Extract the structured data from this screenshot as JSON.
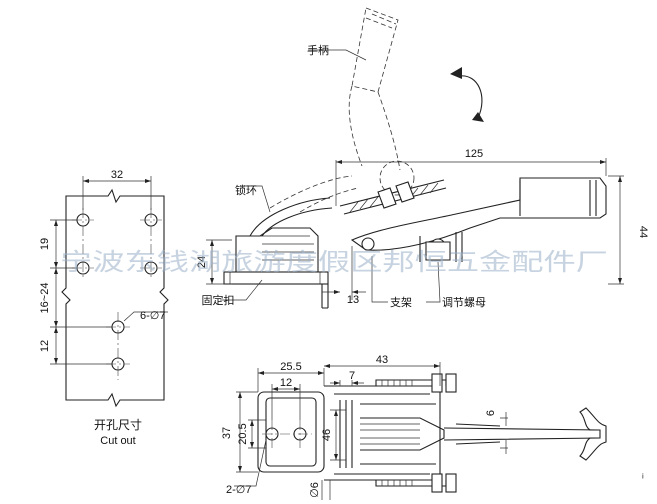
{
  "callouts": {
    "handle": "手柄",
    "lock_ring": "锁环",
    "fixing_buckle": "固定扣",
    "bracket": "支架",
    "adjusting_nut": "调节螺母"
  },
  "cutout": {
    "title_cn": "开孔尺寸",
    "title_en": "Cut out",
    "dim_width": "32",
    "dim_top": "19",
    "dim_mid": "16~24",
    "dim_bottom": "12",
    "holes": "6-∅7"
  },
  "side_view": {
    "dim_length": "125",
    "dim_height": "44",
    "dim_base": "24",
    "dim_offset": "13"
  },
  "top_view": {
    "dim_base_width": "25.5",
    "dim_hole_pitch_x": "12",
    "dim_body": "43",
    "dim_arm": "7",
    "dim_rod": "6",
    "dim_base_height": "37",
    "dim_hole_pitch_y": "20.5",
    "dim_spread": "46",
    "holes": "2-∅7",
    "dim_spindle": "∅6"
  },
  "watermark": "宁波东钱湖旅游度假区邦恒五金配件厂",
  "corner_mark": "ᵢ"
}
